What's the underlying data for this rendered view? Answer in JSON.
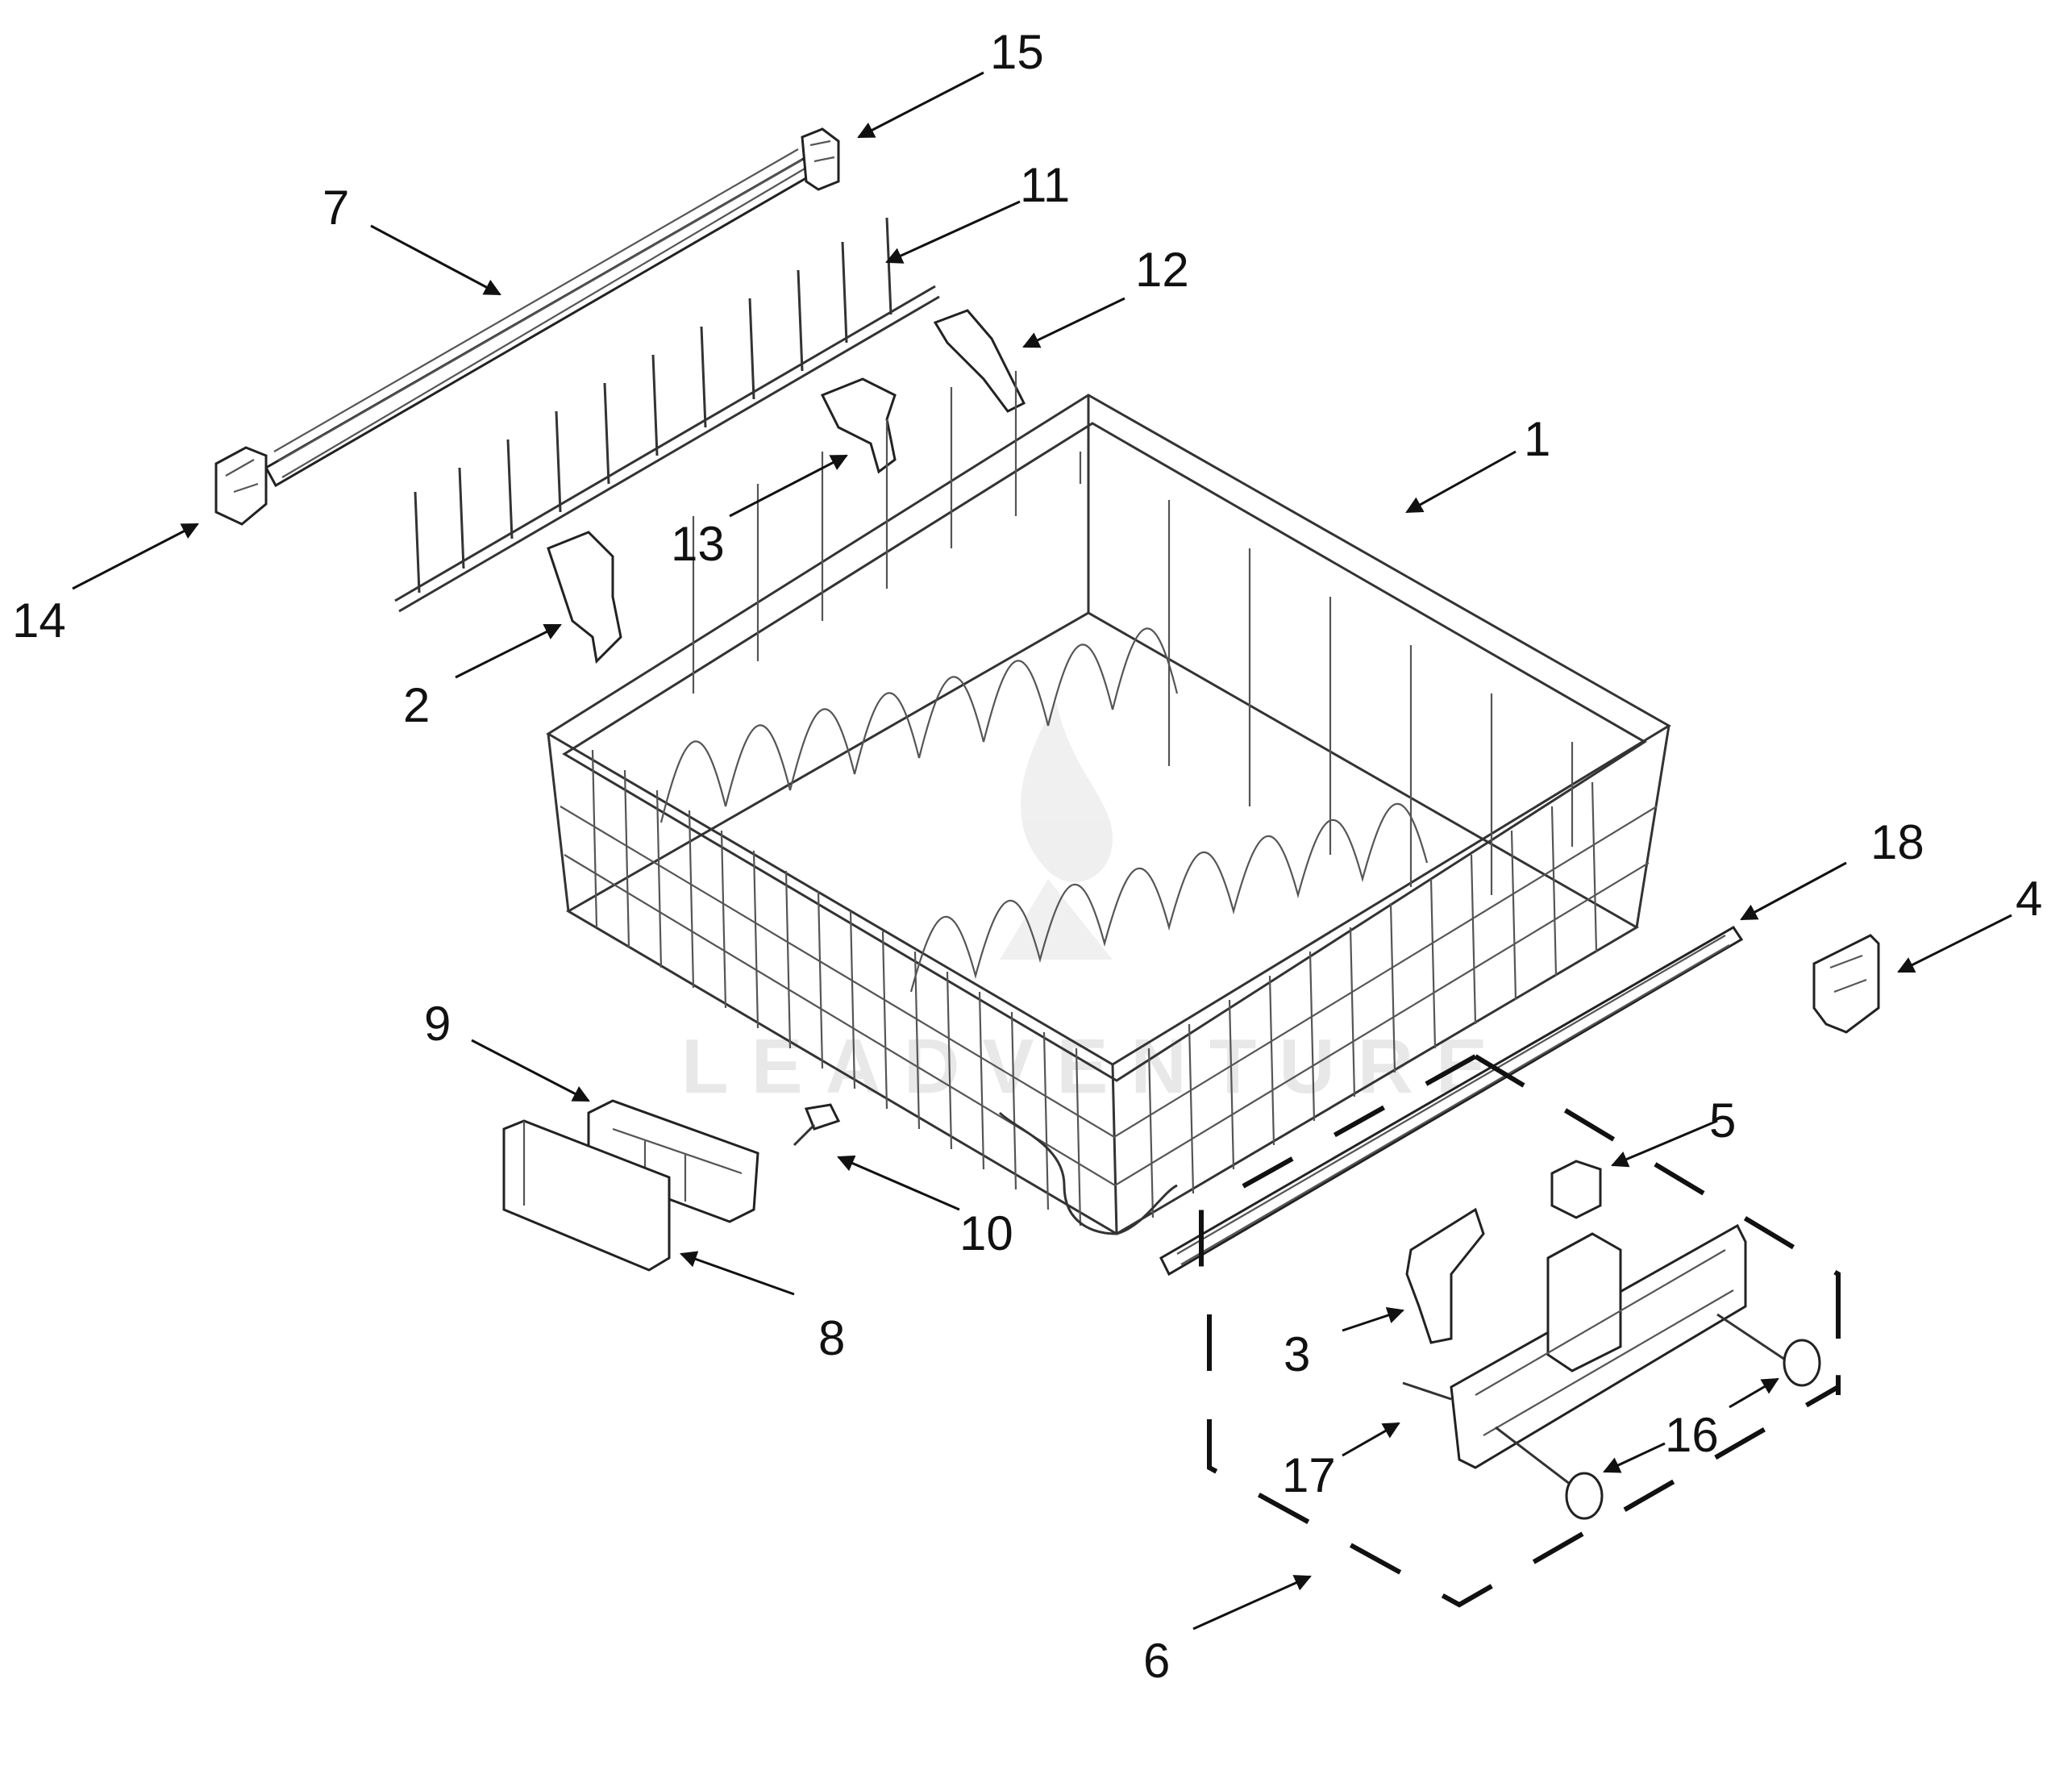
{
  "diagram": {
    "watermark": "LEADVENTURE",
    "callouts": [
      {
        "id": "1",
        "label": "1"
      },
      {
        "id": "2",
        "label": "2"
      },
      {
        "id": "3",
        "label": "3"
      },
      {
        "id": "4",
        "label": "4"
      },
      {
        "id": "5",
        "label": "5"
      },
      {
        "id": "6",
        "label": "6"
      },
      {
        "id": "7",
        "label": "7"
      },
      {
        "id": "8",
        "label": "8"
      },
      {
        "id": "9",
        "label": "9"
      },
      {
        "id": "10",
        "label": "10"
      },
      {
        "id": "11",
        "label": "11"
      },
      {
        "id": "12",
        "label": "12"
      },
      {
        "id": "13",
        "label": "13"
      },
      {
        "id": "14",
        "label": "14"
      },
      {
        "id": "15",
        "label": "15"
      },
      {
        "id": "16",
        "label": "16"
      },
      {
        "id": "17",
        "label": "17"
      },
      {
        "id": "18",
        "label": "18"
      }
    ]
  }
}
